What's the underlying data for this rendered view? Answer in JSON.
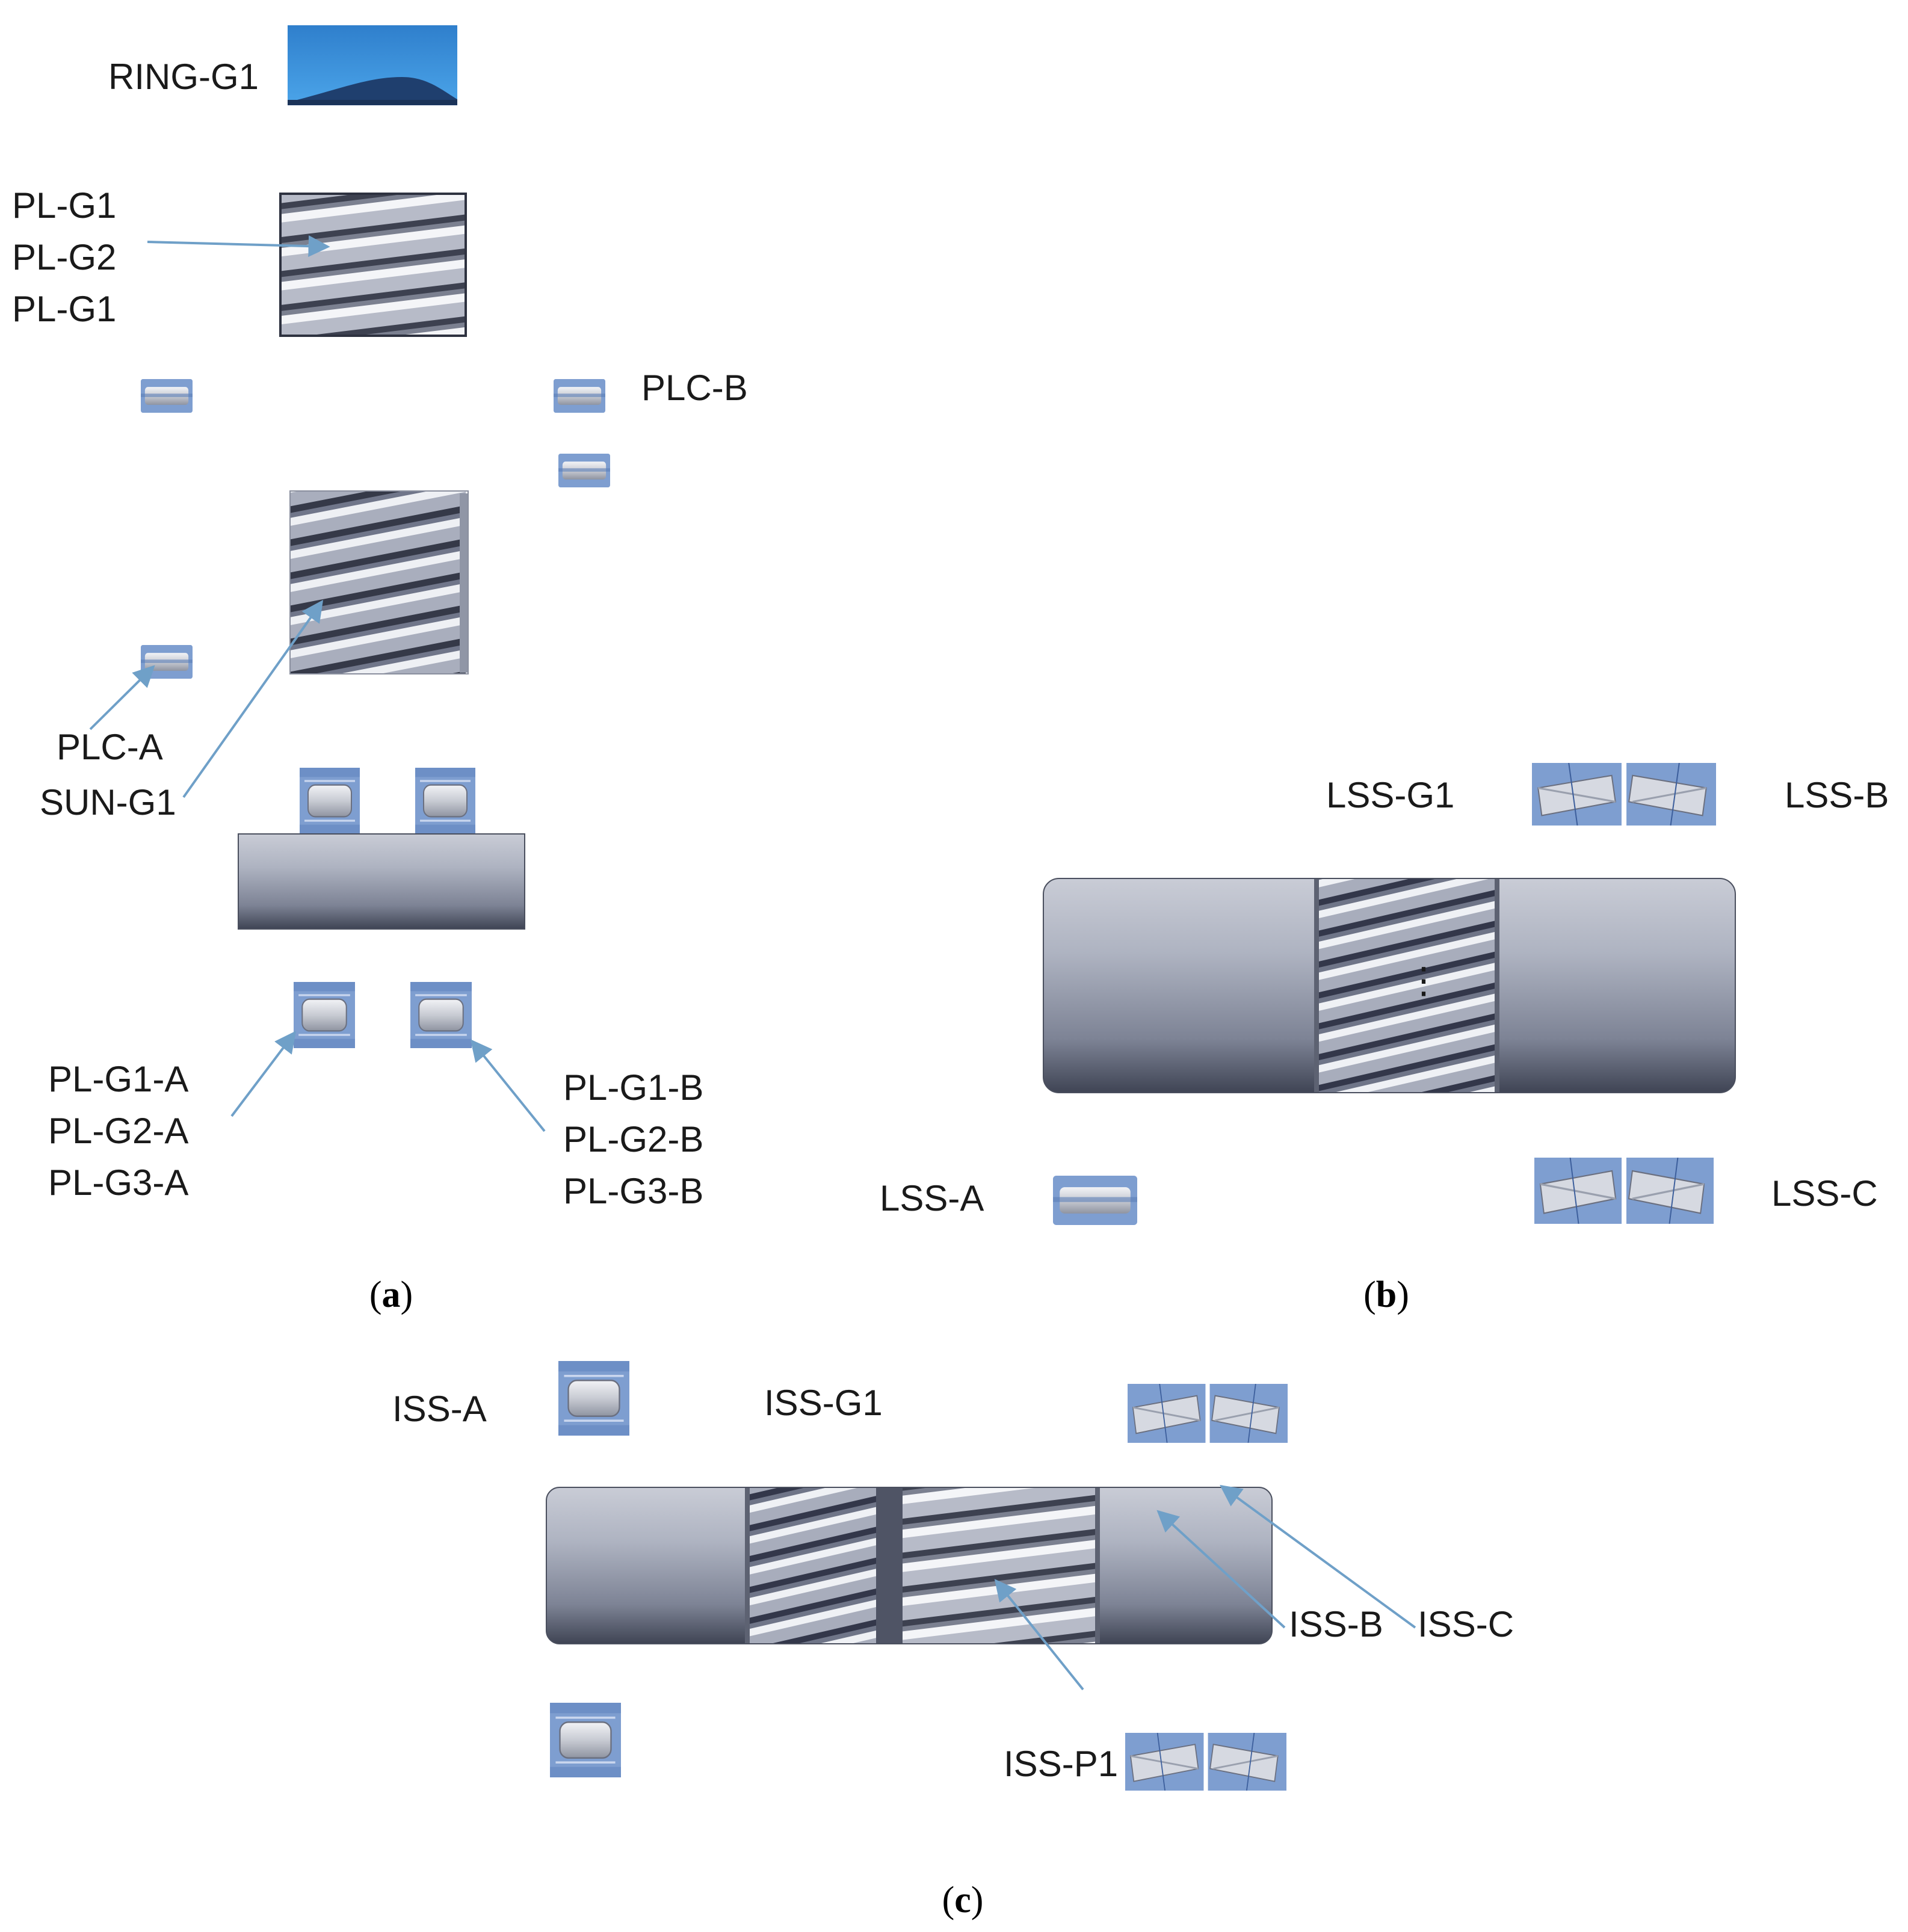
{
  "panel_a": {
    "ring_label": "RING-G1",
    "planet_labels": [
      "PL-G1",
      "PL-G2",
      "PL-G1"
    ],
    "plc_b_label": "PLC-B",
    "plc_a_label": "PLC-A",
    "sun_label": "SUN-G1",
    "pl_a_labels": [
      "PL-G1-A",
      "PL-G2-A",
      "PL-G3-A"
    ],
    "pl_b_labels": [
      "PL-G1-B",
      "PL-G2-B",
      "PL-G3-B"
    ],
    "caption_open": "(",
    "caption_letter": "a",
    "caption_close": ")"
  },
  "panel_b": {
    "lss_g1_label": "LSS-G1",
    "lss_b_label": "LSS-B",
    "lss_a_label": "LSS-A",
    "lss_c_label": "LSS-C",
    "caption_open": "(",
    "caption_letter": "b",
    "caption_close": ")"
  },
  "panel_c": {
    "iss_a_label": "ISS-A",
    "iss_g1_label": "ISS-G1",
    "iss_b_label": "ISS-B",
    "iss_c_label": "ISS-C",
    "iss_p1_label": "ISS-P1",
    "caption_open": "(",
    "caption_letter": "c",
    "caption_close": ")"
  },
  "colors": {
    "bearing_blue": "#7e9ed0",
    "ring_blue": "#3a8fd8",
    "shaft_gray": "#9fa5b5",
    "arrow_blue": "#6fa0c8"
  }
}
